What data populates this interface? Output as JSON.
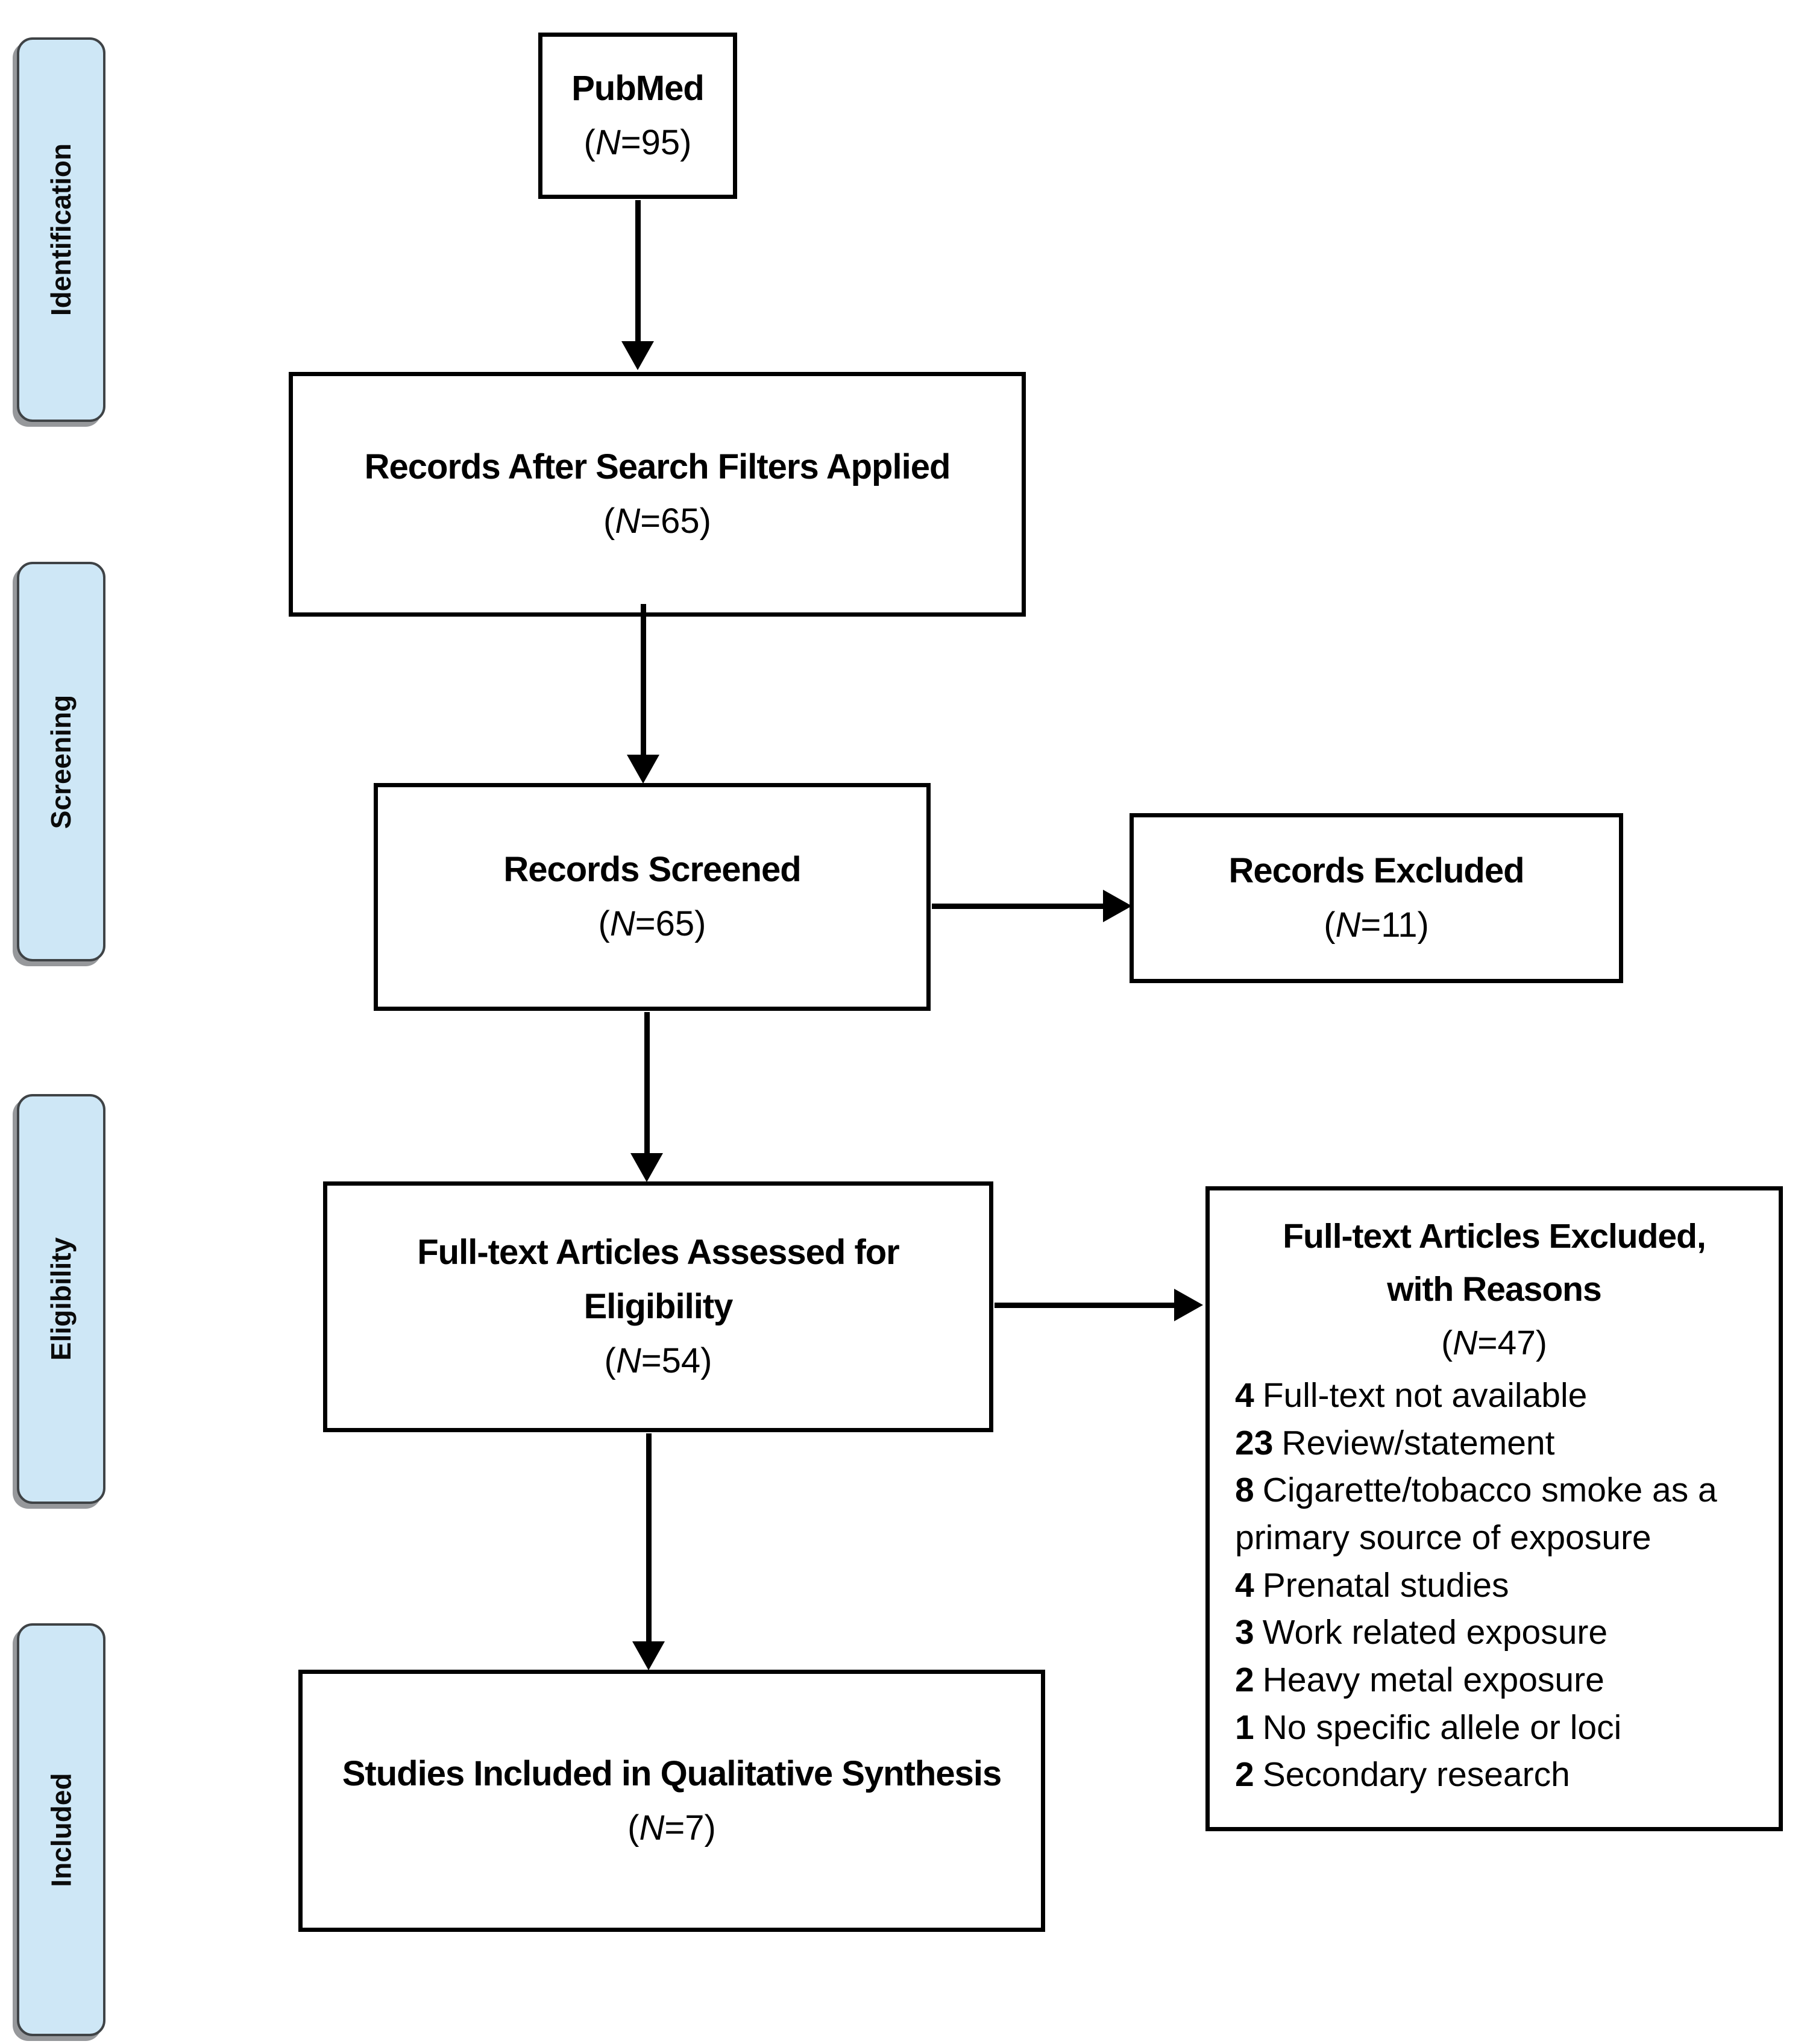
{
  "stages": [
    {
      "label": "Identification"
    },
    {
      "label": "Screening"
    },
    {
      "label": "Eligibility"
    },
    {
      "label": "Included"
    }
  ],
  "boxes": {
    "pubmed": {
      "title": "PubMed",
      "count": {
        "open": "(",
        "var": "N",
        "rest": "=95)"
      }
    },
    "filters": {
      "title": "Records After Search Filters Applied",
      "count": {
        "open": "(",
        "var": "N",
        "rest": "=65)"
      }
    },
    "screened": {
      "title": "Records Screened",
      "count": {
        "open": "(",
        "var": "N",
        "rest": "=65)"
      }
    },
    "excluded": {
      "title": "Records Excluded",
      "count": {
        "open": "(",
        "var": "N",
        "rest": "=11)"
      }
    },
    "fulltext": {
      "title": "Full-text Articles Assessed for Eligibility",
      "count": {
        "open": "(",
        "var": "N",
        "rest": "=54)"
      }
    },
    "reasons": {
      "title_line1": "Full-text Articles Excluded,",
      "title_line2": "with Reasons",
      "count": {
        "open": "(",
        "var": "N",
        "rest": "=47)"
      },
      "items": [
        {
          "num": "4",
          "text": "Full-text not available"
        },
        {
          "num": "23",
          "text": "Review/statement"
        },
        {
          "num": "8",
          "text": "Cigarette/tobacco smoke as a primary source of exposure"
        },
        {
          "num": "4",
          "text": "Prenatal studies"
        },
        {
          "num": "3",
          "text": "Work related exposure"
        },
        {
          "num": "2",
          "text": "Heavy metal exposure"
        },
        {
          "num": "1",
          "text": "No specific allele or loci"
        },
        {
          "num": "2",
          "text": "Secondary research"
        }
      ]
    },
    "included": {
      "title": "Studies Included in Qualitative Synthesis",
      "count": {
        "open": "(",
        "var": "N",
        "rest": "=7)"
      }
    }
  },
  "colors": {
    "stage_fill": "#cee7f6",
    "stage_border": "#3f4346",
    "stage_shadow": "#96989b",
    "box_border": "#000000",
    "arrow": "#000000",
    "text": "#000000"
  }
}
